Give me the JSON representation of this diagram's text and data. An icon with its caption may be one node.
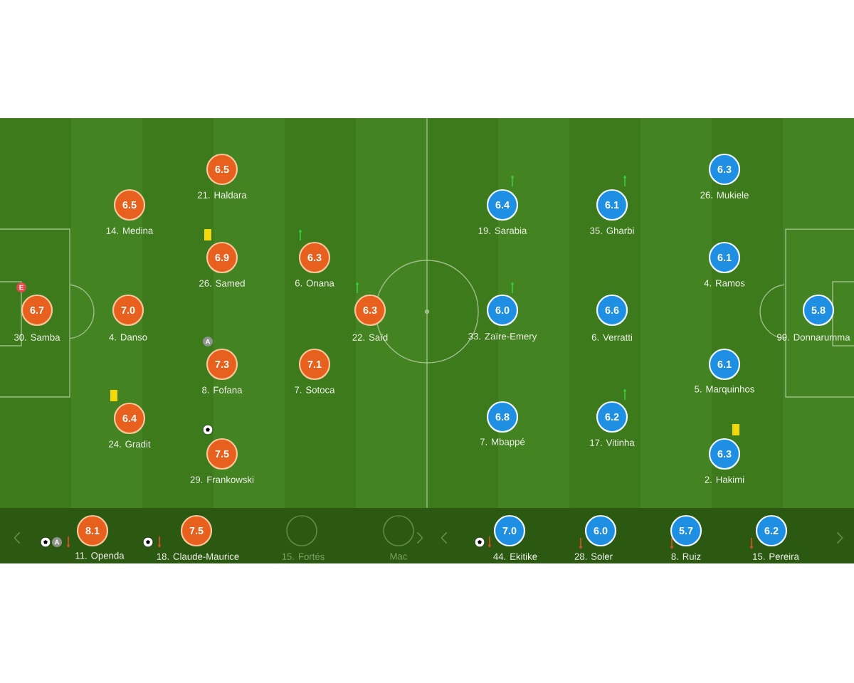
{
  "diagram": {
    "nodes": [
      {
        "text": [
          "6.7"
        ],
        "beside": [
          "30. Samba"
        ]
      },
      {
        "text": [
          "6.5"
        ],
        "beside": [
          "14. Medina"
        ]
      },
      {
        "text": [
          "7.0"
        ],
        "beside": [
          "4. Danso"
        ]
      },
      {
        "text": [
          "6.4"
        ],
        "beside": [
          "24. Gradit"
        ]
      },
      {
        "text": [
          "6.5"
        ],
        "beside": [
          "21. Haldara"
        ]
      },
      {
        "text": [
          "6.9"
        ],
        "beside": [
          "26. Samed"
        ]
      },
      {
        "text": [
          "7.3"
        ],
        "beside": [
          "8. Fofana"
        ]
      },
      {
        "text": [
          "7.5"
        ],
        "beside": [
          "29. Frankowski"
        ]
      },
      {
        "text": [
          "6.3"
        ],
        "beside": [
          "6. Onana"
        ]
      },
      {
        "text": [
          "7.1"
        ],
        "beside": [
          "7. Sotoca"
        ]
      },
      {
        "text": [
          "6.3"
        ],
        "beside": [
          "22. Saïd"
        ]
      },
      {
        "text": [
          "6.4"
        ],
        "beside": [
          "19. Sarabia"
        ]
      },
      {
        "text": [
          "6.0"
        ],
        "beside": [
          "33. Zaïre-Emery"
        ]
      },
      {
        "text": [
          "6.8"
        ],
        "beside": [
          "7. Mbappé"
        ]
      },
      {
        "text": [
          "6.1"
        ],
        "beside": [
          "35. Gharbi"
        ]
      },
      {
        "text": [
          "6.6"
        ],
        "beside": [
          "6. Verratti"
        ]
      },
      {
        "text": [
          "6.2"
        ],
        "beside": [
          "17. Vitinha"
        ]
      },
      {
        "text": [
          "6.3"
        ],
        "beside": [
          "26. Mukiele"
        ]
      },
      {
        "text": [
          "6.1"
        ],
        "beside": [
          "4. Ramos"
        ]
      },
      {
        "text": [
          "6.1"
        ],
        "beside": [
          "5. Marquinhos"
        ]
      },
      {
        "text": [
          "6.3"
        ],
        "beside": [
          "2. Hakimi"
        ]
      },
      {
        "text": [
          "5.8"
        ],
        "beside": [
          "99. Donnarumma"
        ]
      },
      {
        "text": [
          "8.1"
        ],
        "beside": [
          "11. Openda"
        ]
      },
      {
        "text": [
          "7.5"
        ],
        "beside": [
          "18. Claude-Maurice"
        ]
      },
      {
        "text": [],
        "shape": "circle",
        "beside": [
          "15. Fortés"
        ]
      },
      {
        "text": [],
        "shape": "circle",
        "beside": [
          "Mac"
        ]
      },
      {
        "text": [
          "7.0"
        ],
        "beside": [
          "44. Ekitike"
        ]
      },
      {
        "text": [
          "6.0"
        ],
        "beside": [
          "28. Soler"
        ]
      },
      {
        "text": [
          "5.7"
        ],
        "beside": [
          "8. Ruiz"
        ]
      },
      {
        "text": [
          "6.2"
        ],
        "beside": [
          "15. Pereira"
        ]
      }
    ],
    "labels": [
      "E",
      "A",
      "A"
    ]
  }
}
